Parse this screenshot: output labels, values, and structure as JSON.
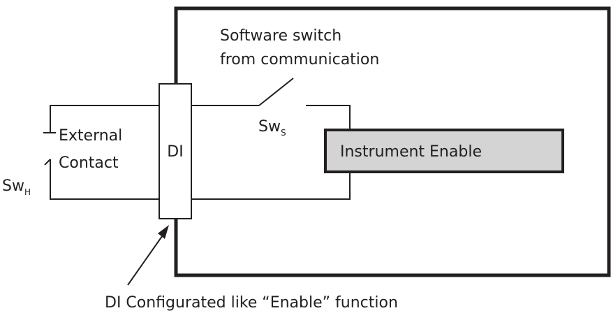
{
  "colors": {
    "line": "#231f20",
    "instrument_fill": "#d4d4d4"
  },
  "software_switch": {
    "line1": "Software switch",
    "line2": "from communication",
    "symbol": "Sw",
    "subscript": "S"
  },
  "external_contact": {
    "line1": "External",
    "line2": "Contact",
    "symbol": "Sw",
    "subscript": "H"
  },
  "di_block": {
    "label": "DI"
  },
  "instrument_block": {
    "label": "Instrument Enable"
  },
  "caption": {
    "text": "DI Configurated like “Enable” function"
  }
}
